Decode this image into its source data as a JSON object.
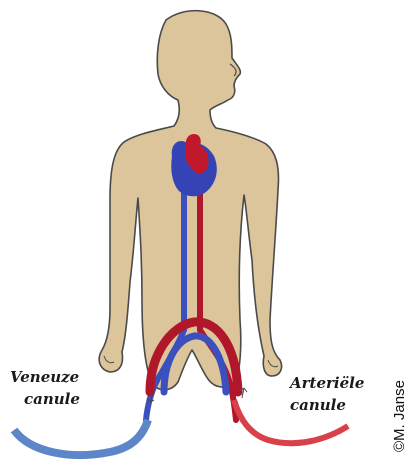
{
  "labels": {
    "venous_line1": "Veneuze",
    "venous_line2": "canule",
    "arterial_line1": "Arteriële",
    "arterial_line2": "canule"
  },
  "credit": "©M. Janse",
  "colors": {
    "skin": "#dcc59a",
    "skin_outline": "#4a4a4a",
    "venous": "#3b4fbf",
    "venous_cannula": "#5d86c8",
    "arterial": "#b0172a",
    "arterial_cannula": "#d8404a",
    "heart_red": "#c1192b",
    "heart_blue": "#3444b5"
  }
}
